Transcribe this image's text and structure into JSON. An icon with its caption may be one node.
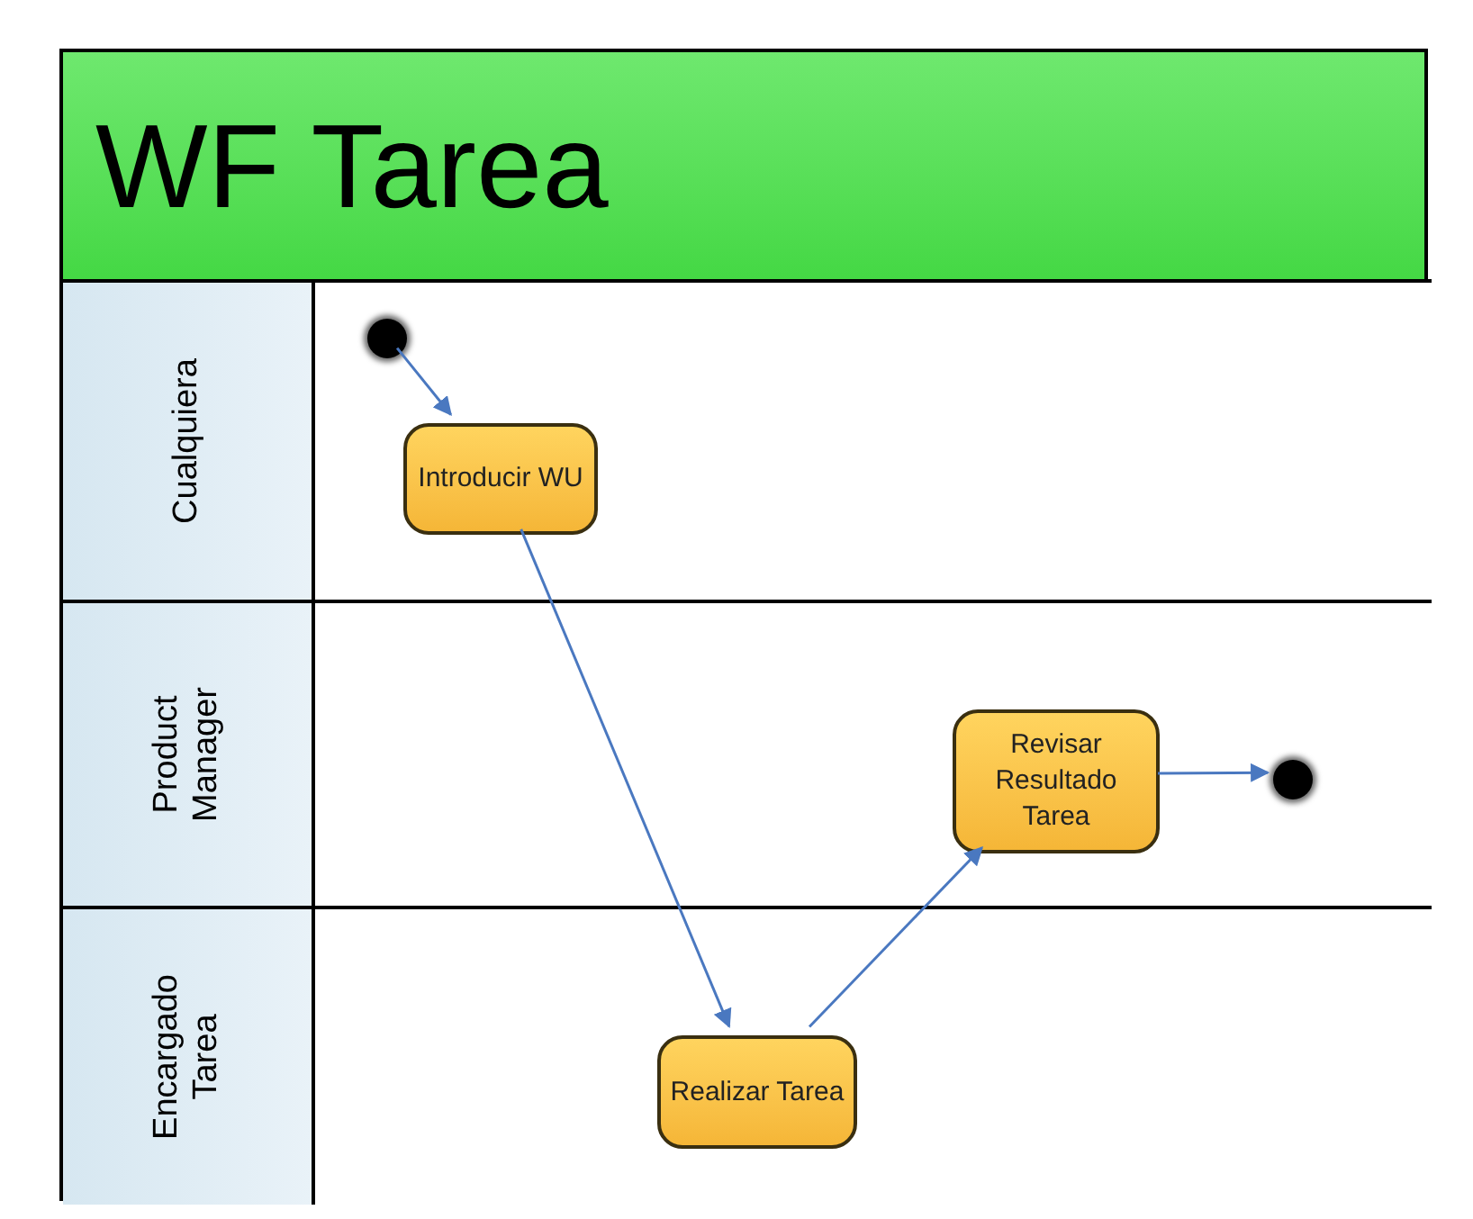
{
  "diagram": {
    "title": "WF Tarea",
    "nodes": [
      {
        "text": [
          "Cualquiera"
        ]
      },
      {
        "text": [],
        "shape": "circle",
        "in": 0
      },
      {
        "text": [
          "Introducir WU"
        ],
        "in": 0
      },
      {
        "text": [
          "Product Manager"
        ]
      },
      {
        "text": [
          "Revisar Resultado Tarea"
        ],
        "in": 3
      },
      {
        "text": [],
        "shape": "circle",
        "in": 3
      },
      {
        "text": [
          "Encargado Tarea"
        ]
      },
      {
        "text": [
          "Realizar Tarea"
        ],
        "in": 6
      }
    ],
    "edges": [
      {
        "from": 1,
        "to": 2,
        "arrow": "to"
      },
      {
        "from": 2,
        "to": 7,
        "arrow": "to"
      },
      {
        "from": 7,
        "to": 4,
        "arrow": "to"
      },
      {
        "from": 4,
        "to": 5,
        "arrow": "to"
      }
    ]
  }
}
